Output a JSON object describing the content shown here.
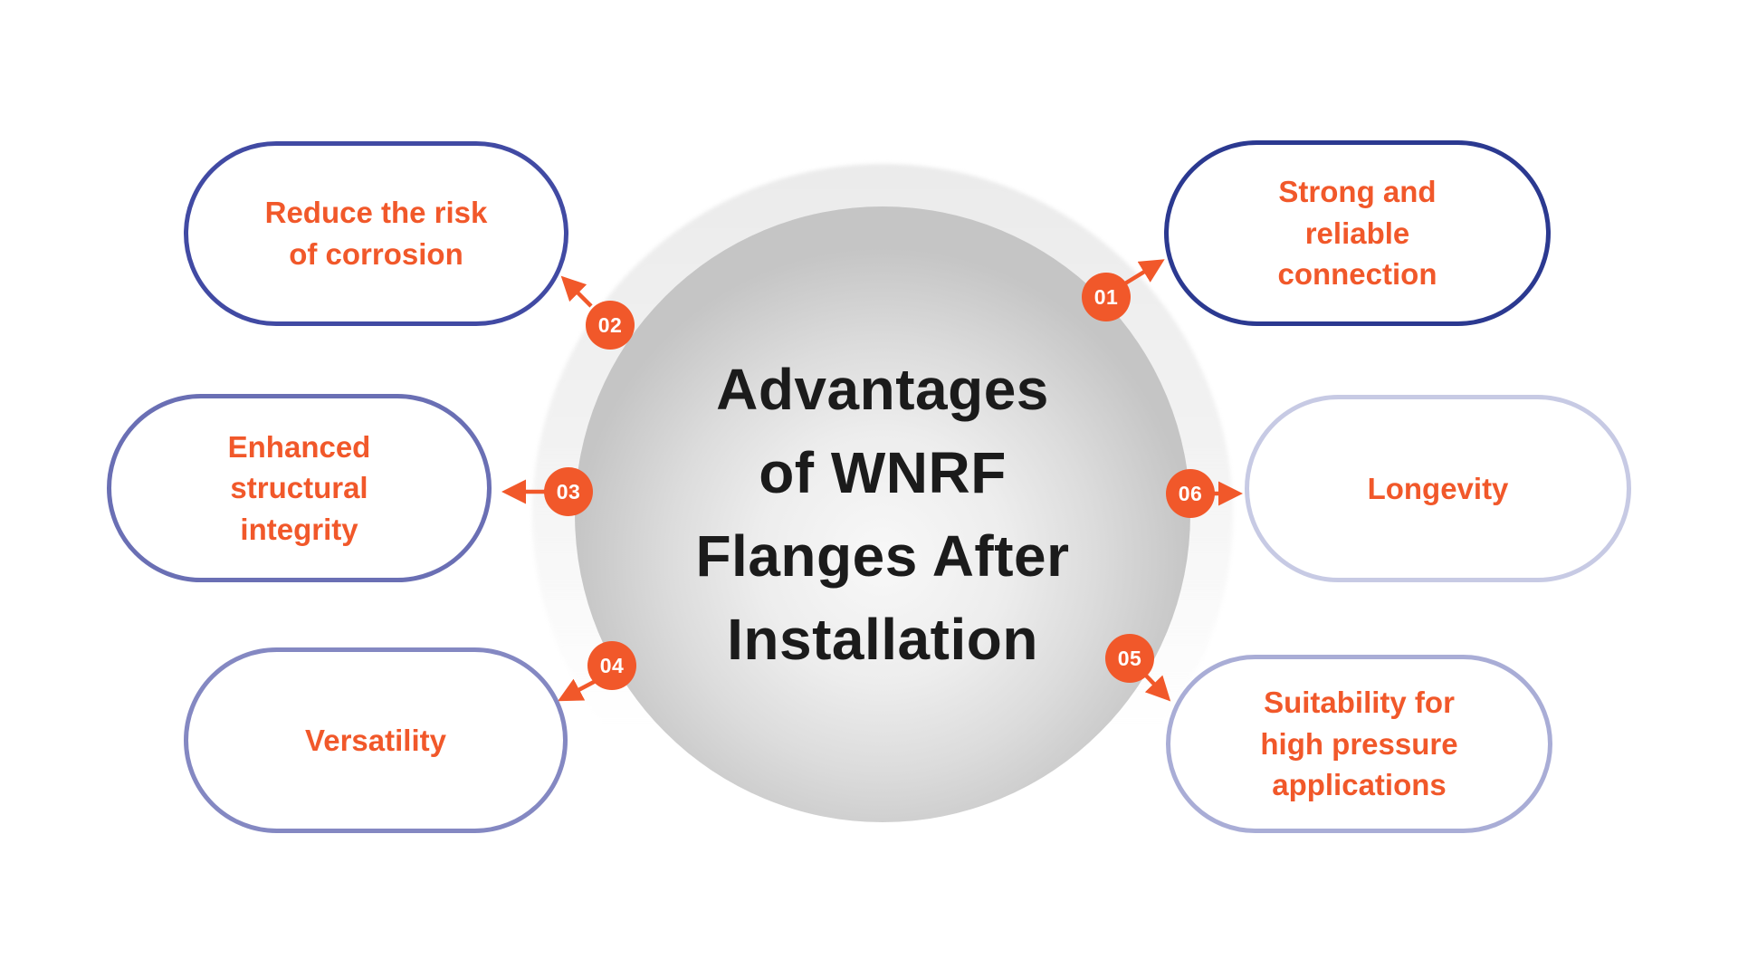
{
  "diagram": {
    "title_lines": [
      "Advantages",
      "of WNRF",
      "Flanges After",
      "Installation"
    ],
    "title_color": "#1b1b1b",
    "accent_orange": "#F1582A",
    "background": "#ffffff"
  },
  "items": [
    {
      "number": "01",
      "label": "Strong and reliable connection",
      "border_color": "#2B3990",
      "style": "border-color:#2B3990"
    },
    {
      "number": "02",
      "label": "Reduce the risk of corrosion",
      "border_color": "#414AA3",
      "style": "border-color:#414AA3"
    },
    {
      "number": "03",
      "label": "Enhanced structural integrity",
      "border_color": "#6A6FB4",
      "style": "border-color:#6A6FB4"
    },
    {
      "number": "04",
      "label": "Versatility",
      "border_color": "#8488C2",
      "style": "border-color:#8488C2"
    },
    {
      "number": "05",
      "label": "Suitability for high pressure applications",
      "border_color": "#A9ADD6",
      "style": "border-color:#A9ADD6"
    },
    {
      "number": "06",
      "label": "Longevity",
      "border_color": "#C7CAE4",
      "style": "border-color:#C7CAE4"
    }
  ]
}
